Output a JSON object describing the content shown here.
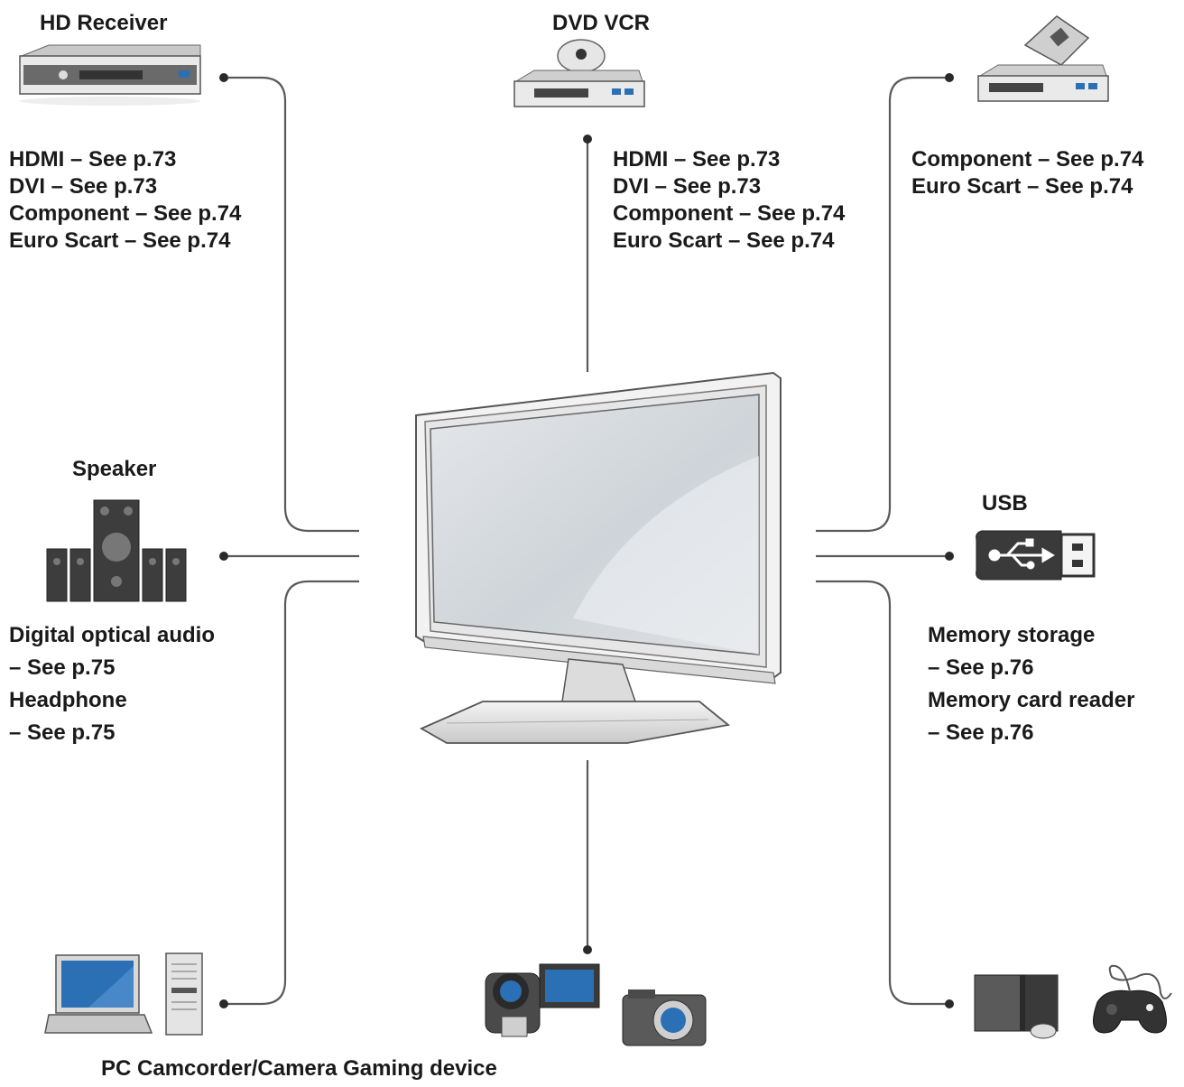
{
  "devices": {
    "hd_receiver": {
      "title": "HD Receiver",
      "lines": [
        "HDMI – See p.73",
        "DVI – See p.73",
        "Component – See p.74",
        "Euro Scart – See p.74"
      ]
    },
    "dvd_vcr": {
      "title": "DVD VCR",
      "lines": [
        "HDMI – See p.73",
        "DVI – See p.73",
        "Component – See p.74",
        "Euro Scart – See p.74"
      ]
    },
    "top_right": {
      "lines": [
        "Component –  See p.74",
        "Euro Scart – See p.74"
      ]
    },
    "speaker": {
      "title": "Speaker",
      "lines": [
        "Digital optical audio",
        "– See p.75",
        "Headphone",
        "– See p.75"
      ]
    },
    "usb": {
      "title": "USB",
      "lines": [
        "Memory storage",
        "– See p.76",
        "Memory card reader",
        "– See p.76"
      ]
    },
    "bottom_caption": "PC Camcorder/Camera Gaming device"
  },
  "colors": {
    "line": "#5a5a5a",
    "screen": "#d8dde2",
    "bezel": "#ececec",
    "usb_body": "#3a3a3a",
    "lens_blue": "#2b6fb5"
  }
}
